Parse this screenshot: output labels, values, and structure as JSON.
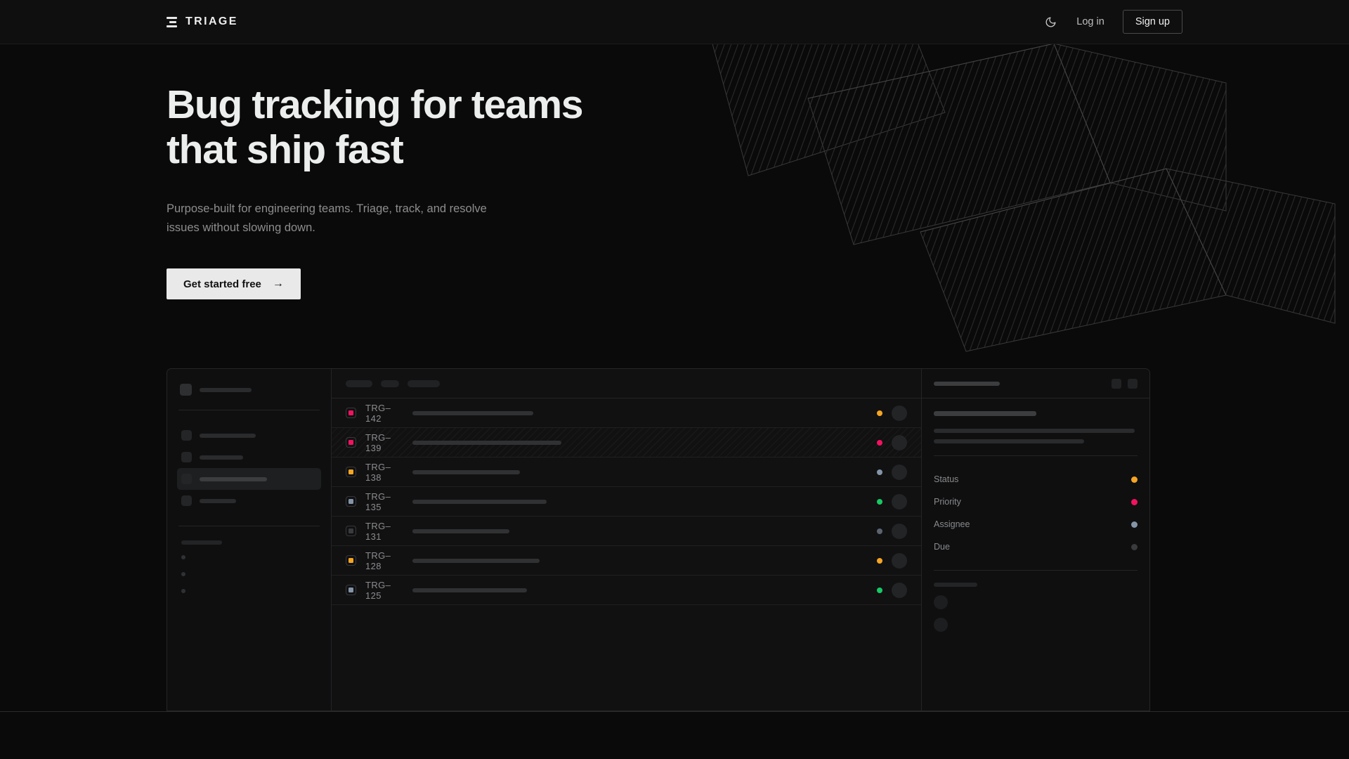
{
  "brand": {
    "name": "TRIAGE",
    "logo_icon": "stacked-bars-logo-icon"
  },
  "nav": {
    "theme_toggle_icon": "moon-icon",
    "login_label": "Log in",
    "signup_label": "Sign up"
  },
  "hero": {
    "headline_line1": "Bug tracking for teams",
    "headline_line2": "that ship fast",
    "subhead": "Purpose-built for engineering teams. Triage, track, and resolve issues without slowing down.",
    "cta_label": "Get started free",
    "cta_arrow": "→"
  },
  "colors": {
    "page_bg": "#0a0a0a",
    "panel_bg": "#111112",
    "border": "#262628",
    "text_primary": "#eceded",
    "text_muted": "#8d8d8d",
    "accent_orange": "#f5a524",
    "accent_pink": "#f31260",
    "accent_green": "#17c964",
    "accent_slate": "#8494a8",
    "accent_gray": "#3a3b3d",
    "cta_bg": "#e9e9e9"
  },
  "mockup": {
    "sidebar": {
      "workspace_header": {
        "icon": "workspace-avatar-icon",
        "label_width": 74
      },
      "nav_items": [
        {
          "icon": "nav-icon",
          "label_width": 80,
          "active": false
        },
        {
          "icon": "nav-icon",
          "label_width": 62,
          "active": false
        },
        {
          "icon": "nav-icon",
          "label_width": 96,
          "active": true
        },
        {
          "icon": "nav-icon",
          "label_width": 52,
          "active": false
        }
      ],
      "section_label_width": 58,
      "sub_items": 3
    },
    "list": {
      "filter_chips": [
        38,
        26,
        46
      ],
      "rows": [
        {
          "id": "TRG–142",
          "priority_color": "#f31260",
          "priority_muted": false,
          "title_width": 172,
          "status_color": "#f5a524",
          "selected": false
        },
        {
          "id": "TRG–139",
          "priority_color": "#f31260",
          "priority_muted": false,
          "title_width": 212,
          "status_color": "#f31260",
          "selected": true
        },
        {
          "id": "TRG–138",
          "priority_color": "#f5a524",
          "priority_muted": false,
          "title_width": 153,
          "status_color": "#8494a8",
          "selected": false
        },
        {
          "id": "TRG–135",
          "priority_color": "#8494a8",
          "priority_muted": false,
          "title_width": 191,
          "status_color": "#17c964",
          "selected": false
        },
        {
          "id": "TRG–131",
          "priority_color": "#3a3b3d",
          "priority_muted": true,
          "title_width": 138,
          "status_color": "#5b6470",
          "selected": false
        },
        {
          "id": "TRG–128",
          "priority_color": "#f5a524",
          "priority_muted": false,
          "title_width": 181,
          "status_color": "#f5a524",
          "selected": false
        },
        {
          "id": "TRG–125",
          "priority_color": "#8494a8",
          "priority_muted": false,
          "title_width": 163,
          "status_color": "#17c964",
          "selected": false
        }
      ]
    },
    "detail": {
      "header": {
        "title_width": 94,
        "actions": [
          "detail-action-icon",
          "detail-action-icon"
        ]
      },
      "title_width": 146,
      "description_line_widths": [
        286,
        214
      ],
      "fields": [
        {
          "label": "Status",
          "dot_color": "#f5a524"
        },
        {
          "label": "Priority",
          "dot_color": "#f31260"
        },
        {
          "label": "Assignee",
          "dot_color": "#8494a8"
        },
        {
          "label": "Due",
          "dot_color": "#3a3b3d"
        }
      ],
      "footer": {
        "label_width": 62,
        "comment_avatars": 2
      }
    }
  }
}
